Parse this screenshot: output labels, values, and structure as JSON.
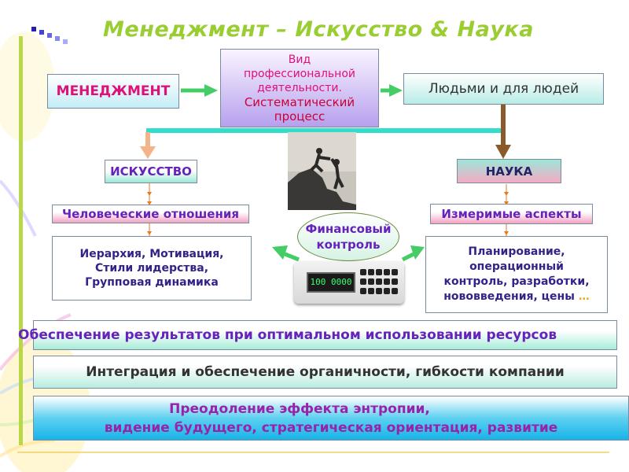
{
  "title": "Менеджмент  – Искусство & Наука",
  "management": "МЕНЕДЖМЕНТ",
  "activity": {
    "line1": "Вид",
    "line2": "профессиональной",
    "line3": "деятельности.",
    "line4": "Систематический",
    "line5": "процесс"
  },
  "people": "Людьми и для людей",
  "art": {
    "label": "ИСКУССТВО",
    "sub": "Человеческие отношения",
    "detail": {
      "line1": "Иерархия, Мотивация,",
      "line2": "Стили лидерства,",
      "line3": "Групповая динамика"
    }
  },
  "science": {
    "label": "НАУКА",
    "sub": "Измеримые аспекты",
    "detail": {
      "line1": "Планирование,",
      "line2": "операционный",
      "line3": "контроль, разработки,",
      "line4": "нововведения, цены",
      "ellipsis": "…"
    }
  },
  "finance": {
    "line1": "Финансовый",
    "line2": "контроль"
  },
  "calculator_display": "100 0000",
  "bands": {
    "results": "Обеспечение результатов при оптимальном  использовании ресурсов",
    "integration": "Интеграция и обеспечение органичности, гибкости компании",
    "entropy": {
      "line1": "Преодоление эффекта энтропии,",
      "line2": "видение будущего, стратегическая  ориентация, развитие"
    }
  },
  "colors": {
    "title": "#9acd32",
    "arrow_cyan": "#33ddcc",
    "arrow_green": "#44cc66",
    "arrow_brown": "#8b5a2b",
    "arrow_peach": "#f4b48a",
    "activity_gradient_top": "#f8f0ff",
    "activity_gradient_bottom": "#b8a2f0",
    "bands_gradient": "#22bbee"
  }
}
